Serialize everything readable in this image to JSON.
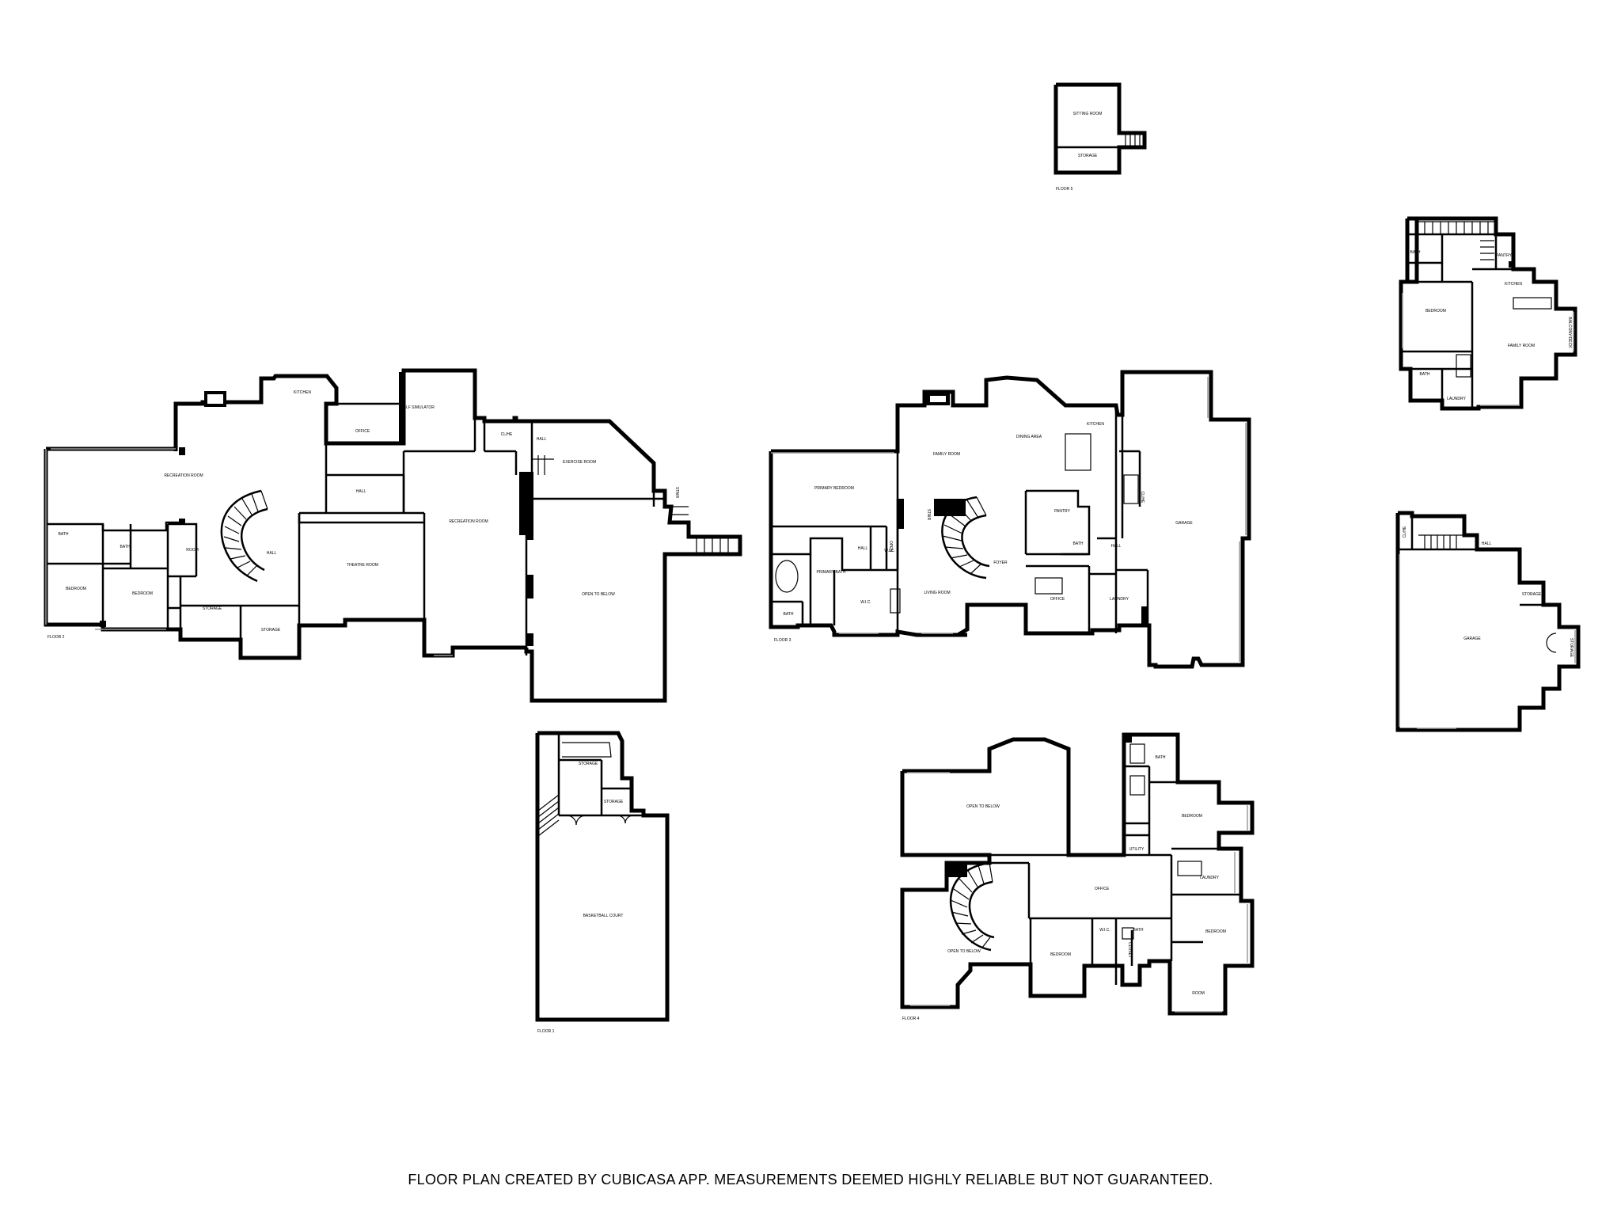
{
  "disclaimer": "FLOOR PLAN CREATED BY CUBICASA APP. MEASUREMENTS DEEMED HIGHLY RELIABLE BUT NOT GUARANTEED.",
  "floors": {
    "floor1": {
      "label": "FLOOR 1",
      "rooms": [
        "STORAGE",
        "STORAGE",
        "BASKETBALL COURT"
      ]
    },
    "floor2": {
      "label": "FLOOR 2",
      "rooms": [
        "RECREATION ROOM",
        "KITCHEN",
        "OFFICE",
        "GOLF SIMULATOR",
        "HALL",
        "CL/HE",
        "HALL",
        "EXERCISE ROOM",
        "BATH",
        "BATH",
        "ROOM",
        "HALL",
        "THEATRE ROOM",
        "RECREATION ROOM",
        "BEDROOM",
        "BEDROOM",
        "STORAGE",
        "STORAGE",
        "OPEN TO BELOW",
        "STAIR"
      ]
    },
    "floor3": {
      "label": "FLOOR 3",
      "rooms": [
        "PRIMARY BEDROOM",
        "FAMILY ROOM",
        "DINING AREA",
        "KITCHEN",
        "PANTRY",
        "GARAGE",
        "PRIMARY BATH",
        "HALL",
        "W.I.C.",
        "BATH",
        "LIVING ROOM",
        "FOYER",
        "OFFICE",
        "LAUNDRY",
        "HALL",
        "BATH",
        "W.I.C.",
        "STAIR",
        "CL/HE",
        "OPEN"
      ]
    },
    "floor4": {
      "label": "FLOOR 4",
      "rooms": [
        "OPEN TO BELOW",
        "BATH",
        "BEDROOM",
        "UTILITY",
        "LAUNDRY",
        "OFFICE",
        "OPEN TO BELOW",
        "BEDROOM",
        "BEDROOM",
        "ROOM",
        "W.I.C.",
        "CLOSET",
        "BATH"
      ]
    },
    "floor5": {
      "label": "FLOOR 5",
      "rooms": [
        "SITTING ROOM",
        "STORAGE"
      ]
    },
    "unitA": {
      "rooms": [
        "BATH",
        "PANTRY",
        "KITCHEN",
        "BEDROOM",
        "FAMILY ROOM",
        "BATH",
        "LAUNDRY",
        "BALCONY/DECK"
      ]
    },
    "unitB": {
      "rooms": [
        "CL/HE",
        "HALL",
        "STORAGE",
        "GARAGE",
        "STORAGE"
      ]
    }
  }
}
